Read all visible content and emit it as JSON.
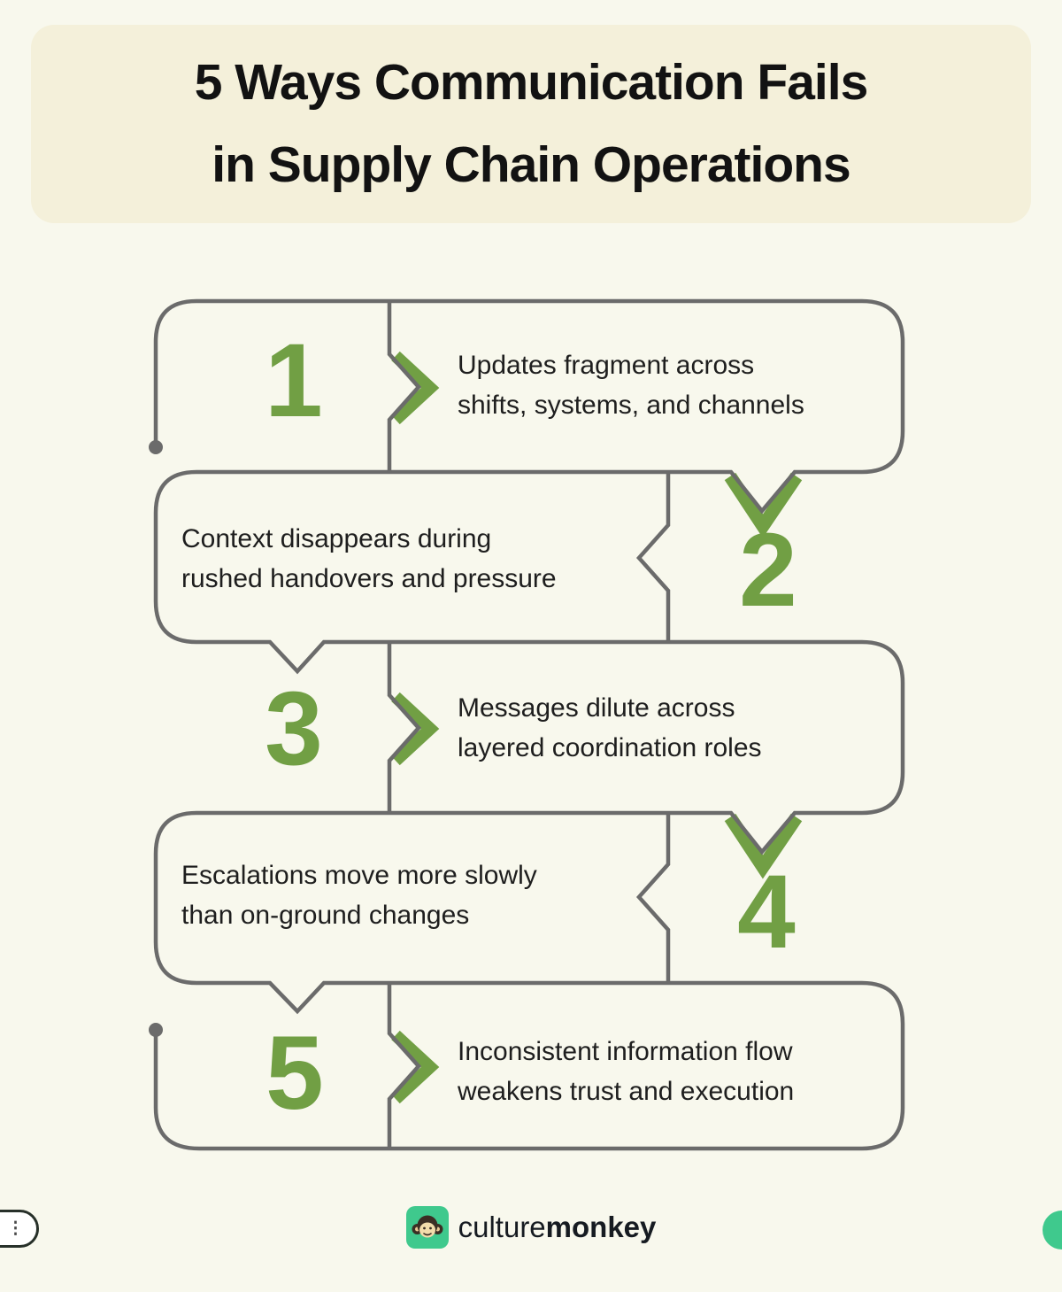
{
  "title": {
    "line1": "5 Ways Communication Fails",
    "line2": "in Supply Chain Operations"
  },
  "steps": [
    {
      "number": "1",
      "line1": "Updates fragment across",
      "line2": "shifts, systems, and channels"
    },
    {
      "number": "2",
      "line1": "Context disappears during",
      "line2": "rushed handovers and pressure"
    },
    {
      "number": "3",
      "line1": "Messages dilute across",
      "line2": "layered coordination roles"
    },
    {
      "number": "4",
      "line1": "Escalations move more slowly",
      "line2": "than on-ground changes"
    },
    {
      "number": "5",
      "line1": "Inconsistent information flow",
      "line2": "weakens trust and execution"
    }
  ],
  "footer": {
    "brand_regular": "culture",
    "brand_bold": "monkey",
    "kebab_icon": "⋮"
  },
  "colors": {
    "background": "#f8f8ed",
    "title_card": "#f4f0da",
    "outline_gray": "#6b6b6b",
    "accent_green": "#719f44",
    "brand_green": "#3fc98d",
    "text": "#1e1e1e"
  }
}
